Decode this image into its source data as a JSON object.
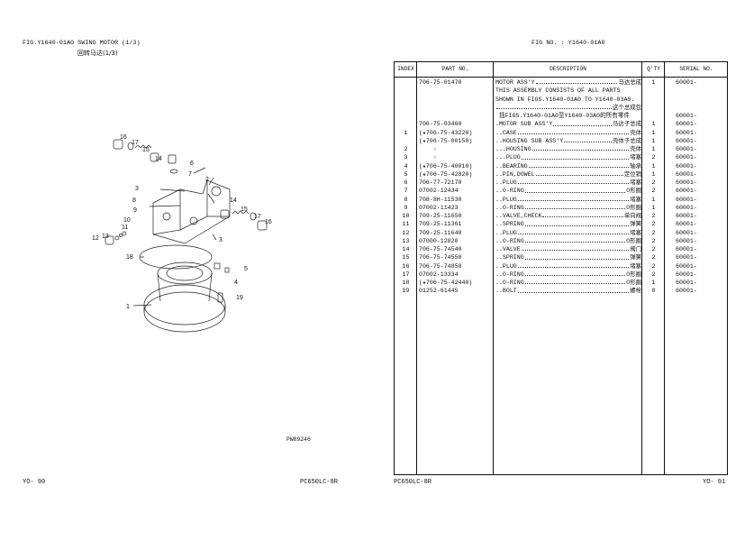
{
  "left_page": {
    "fig_title": "FIG.Y1640-01A0 SWING MOTOR (1/3)",
    "fig_title_cn": "回转马达(1/3)",
    "drawing_no": "PW89246",
    "page_no": "YO- 90",
    "model": "PC650LC-8R",
    "callouts": [
      "16",
      "17",
      "15",
      "14",
      "6",
      "7",
      "2",
      "3",
      "8",
      "9",
      "10",
      "11",
      "13",
      "12",
      "14",
      "15",
      "17",
      "16",
      "3",
      "18",
      "5",
      "4",
      "19",
      "1"
    ]
  },
  "right_page": {
    "fig_no": "FIG NO. : Y1640-01A0",
    "page_no": "YO- 91",
    "model": "PC650LC-8R",
    "headers": {
      "index": "INDEX",
      "part_no": "PART  NO.",
      "description": "DESCRIPTION",
      "qty": "Q'TY",
      "serial": "SERIAL NO."
    },
    "rows": [
      {
        "index": "",
        "part": "706-75-01470",
        "desc": "MOTOR ASS'Y",
        "cn": "马达总成",
        "qty": "1",
        "serial": "60001-"
      },
      {
        "index": "",
        "part": "",
        "desc": "THIS ASSEMBLY CONSISTS OF ALL PARTS",
        "cn": "",
        "qty": "",
        "serial": "",
        "noleader": true
      },
      {
        "index": "",
        "part": "",
        "desc": "SHOWN IN FIGS.Y1640-01A0 TO Y1640-03A0.",
        "cn": "",
        "qty": "",
        "serial": "",
        "noleader": true
      },
      {
        "index": "",
        "part": "",
        "desc": "",
        "cn": "这个总成包",
        "qty": "",
        "serial": ""
      },
      {
        "index": "",
        "part": "",
        "desc": " 括FIGS.Y1640-01A0至Y1640-03A0的所有零件",
        "cn": "",
        "qty": "",
        "serial": "60001-",
        "noleader": true
      },
      {
        "index": "",
        "part": "706-75-03460",
        "desc": ".MOTOR SUB ASS'Y",
        "cn": "马达子总成",
        "qty": "1",
        "serial": "60001-"
      },
      {
        "index": "1",
        "part": "(★706-75-43220)",
        "desc": "..CASE",
        "cn": "壳体",
        "qty": "1",
        "serial": "60001-"
      },
      {
        "index": "",
        "part": "(★706-75-00150)",
        "desc": "..HOUSING SUB ASS'Y",
        "cn": "壳体子总成",
        "qty": "1",
        "serial": "60001-"
      },
      {
        "index": "2",
        "part": "    ☆",
        "desc": "...HOUSING",
        "cn": "壳体",
        "qty": "1",
        "serial": "60001-"
      },
      {
        "index": "3",
        "part": "    ☆",
        "desc": "...PLUG",
        "cn": "堵塞",
        "qty": "2",
        "serial": "60001-"
      },
      {
        "index": "4",
        "part": "(★706-75-40010)",
        "desc": "..BEARING",
        "cn": "轴承",
        "qty": "1",
        "serial": "60001-"
      },
      {
        "index": "5",
        "part": "(★706-75-42820)",
        "desc": "..PIN,DOWEL",
        "cn": "定位销",
        "qty": "1",
        "serial": "60001-"
      },
      {
        "index": "6",
        "part": "706-77-72170",
        "desc": "..PLUG",
        "cn": "堵塞",
        "qty": "2",
        "serial": "60001-"
      },
      {
        "index": "7",
        "part": "07002-12434",
        "desc": "..O-RING",
        "cn": "0形圈",
        "qty": "2",
        "serial": "60001-"
      },
      {
        "index": "8",
        "part": "708-8H-11530",
        "desc": "..PLUG",
        "cn": "堵塞",
        "qty": "1",
        "serial": "60001-"
      },
      {
        "index": "9",
        "part": "07002-11423",
        "desc": "..O-RING",
        "cn": "0形圈",
        "qty": "1",
        "serial": "60001-"
      },
      {
        "index": "10",
        "part": "709-25-11650",
        "desc": "..VALVE,CHECK",
        "cn": "单向阀",
        "qty": "2",
        "serial": "60001-"
      },
      {
        "index": "11",
        "part": "709-25-11361",
        "desc": "..SPRING",
        "cn": "弹簧",
        "qty": "2",
        "serial": "60001-"
      },
      {
        "index": "12",
        "part": "709-25-11640",
        "desc": "..PLUG",
        "cn": "堵塞",
        "qty": "2",
        "serial": "60001-"
      },
      {
        "index": "13",
        "part": "07000-12020",
        "desc": "..O-RING",
        "cn": "0形圈",
        "qty": "2",
        "serial": "60001-"
      },
      {
        "index": "14",
        "part": "706-75-74540",
        "desc": "..VALVE",
        "cn": "阀门",
        "qty": "2",
        "serial": "60001-"
      },
      {
        "index": "15",
        "part": "706-75-74550",
        "desc": "..SPRING",
        "cn": "弹簧",
        "qty": "2",
        "serial": "60001-"
      },
      {
        "index": "16",
        "part": "706-75-74850",
        "desc": "..PLUG",
        "cn": "堵塞",
        "qty": "2",
        "serial": "60001-"
      },
      {
        "index": "17",
        "part": "07002-13334",
        "desc": "..O-RING",
        "cn": "0形圈",
        "qty": "2",
        "serial": "60001-"
      },
      {
        "index": "18",
        "part": "(★706-75-42440)",
        "desc": "..O-RING",
        "cn": "0形圈",
        "qty": "1",
        "serial": "60001-"
      },
      {
        "index": "19",
        "part": "01252-61445",
        "desc": "..BOLT",
        "cn": "螺栓",
        "qty": "8",
        "serial": "60001-"
      }
    ]
  }
}
